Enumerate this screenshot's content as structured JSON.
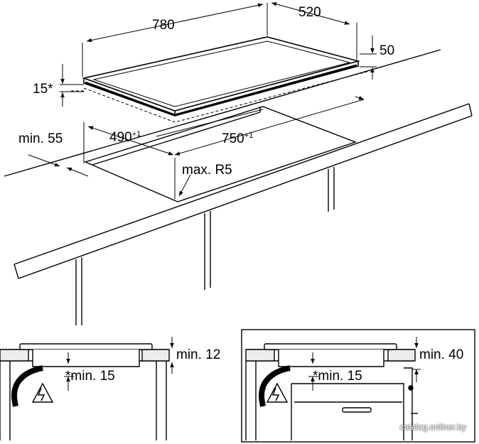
{
  "dimensions": {
    "hob_width": "780",
    "hob_depth": "520",
    "hob_height": "50",
    "seal_offset": "15*",
    "front_min": "min. 55",
    "cutout_depth": "490",
    "cutout_depth_tol": "+1",
    "cutout_width": "750",
    "cutout_width_tol": "+1",
    "corner_radius": "max. R5"
  },
  "detail_left": {
    "top_clearance": "min. 12",
    "below_clearance": "*min. 15"
  },
  "detail_right": {
    "top_clearance": "min. 40",
    "below_clearance": "*min. 15"
  },
  "watermark": "catalog.onliner.by",
  "colors": {
    "line": "#000000",
    "panel_fill": "#ececec",
    "dashed": "#000000"
  }
}
